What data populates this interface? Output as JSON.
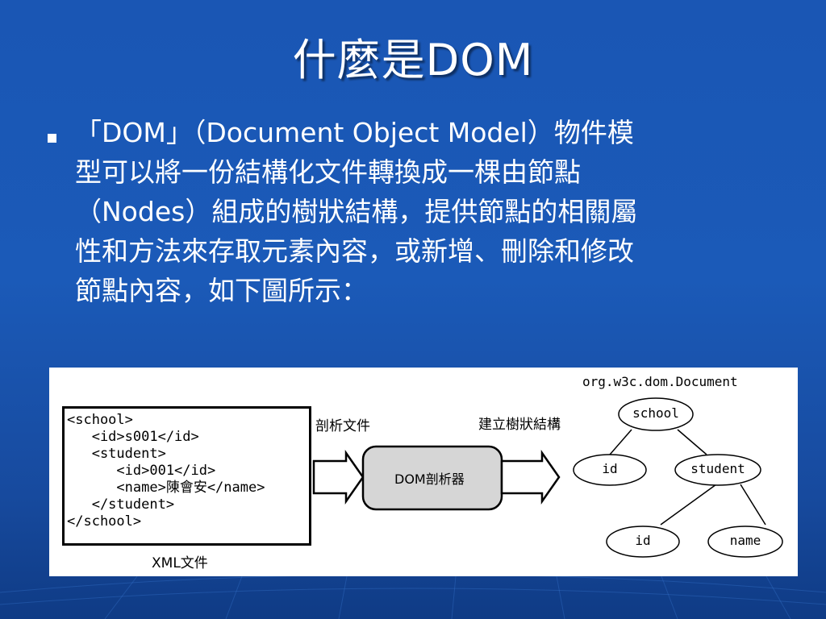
{
  "slide": {
    "title": "什麼是DOM",
    "bullet_lines": [
      "「DOM」（Document Object Model）物件模",
      "型可以將一份結構化文件轉換成一棵由節點",
      "（Nodes）組成的樹狀結構，提供節點的相關屬",
      "性和方法來存取元素內容，或新增、刪除和修改",
      "節點內容，如下圖所示："
    ]
  },
  "figure": {
    "xml_lines": [
      "<school>",
      "   <id>s001</id>",
      "   <student>",
      "      <id>001</id>",
      "      <name>陳會安</name>",
      "   </student>",
      "</school>"
    ],
    "xml_caption": "XML文件",
    "parse_label": "剖析文件",
    "parser_label": "DOM剖析器",
    "build_label": "建立樹狀結構",
    "tree_title": "org.w3c.dom.Document",
    "tree_nodes": {
      "root": "school",
      "left": "id",
      "right": "student",
      "child_id": "id",
      "child_name": "name"
    }
  },
  "colors": {
    "background": "#1b5ab8",
    "text": "#ffffff",
    "parser_fill": "#d6d6d6"
  }
}
